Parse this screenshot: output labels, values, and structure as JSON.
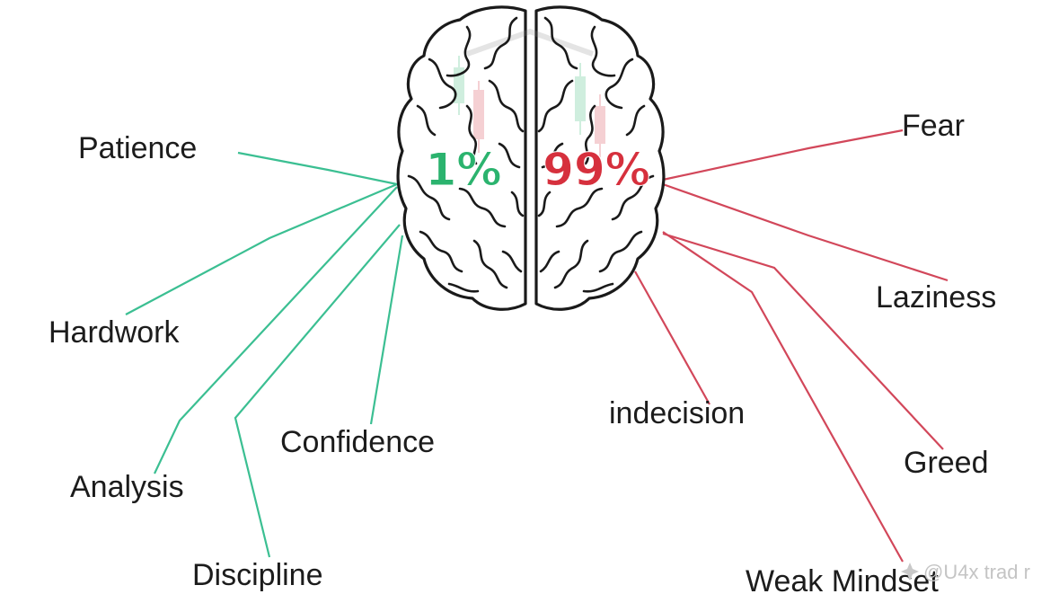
{
  "colors": {
    "positive": "#2bb36e",
    "negative": "#d6303d",
    "positive_line": "#3bbf92",
    "negative_line": "#d2475a"
  },
  "brain": {
    "left_percent": "1%",
    "right_percent": "99%"
  },
  "positive_traits": [
    {
      "label": "Patience"
    },
    {
      "label": "Hardwork"
    },
    {
      "label": "Analysis"
    },
    {
      "label": "Discipline"
    },
    {
      "label": "Confidence"
    }
  ],
  "negative_traits": [
    {
      "label": "Fear"
    },
    {
      "label": "Laziness"
    },
    {
      "label": "indecision"
    },
    {
      "label": "Greed"
    },
    {
      "label": "Weak Mindset"
    }
  ],
  "watermark": {
    "icon": "sparkle-icon",
    "text": "@U4x trad  r"
  }
}
